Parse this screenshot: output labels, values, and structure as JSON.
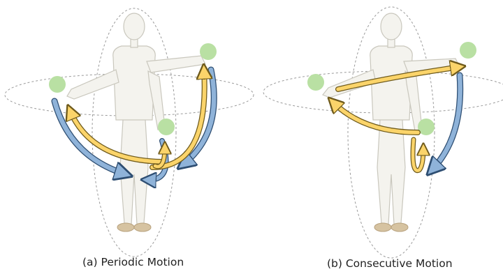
{
  "panels": [
    {
      "id": "a",
      "caption": "(a) Periodic Motion"
    },
    {
      "id": "b",
      "caption": "(b) Consecutive Motion"
    }
  ],
  "colors": {
    "orbit_dash": "#9a9a9a",
    "figure_fill": "#f4f3ee",
    "figure_stroke": "#c9c7bd",
    "shoe": "#d6c3a1",
    "target": "#b9e0a3",
    "arrow_yellow": "#fbd46a",
    "arrow_yellow_edge": "#6e5a1c",
    "arrow_blue": "#8fb3d9",
    "arrow_blue_edge": "#2e4e72"
  },
  "icons": [
    "human-figure",
    "target-circle",
    "curved-arrow"
  ]
}
